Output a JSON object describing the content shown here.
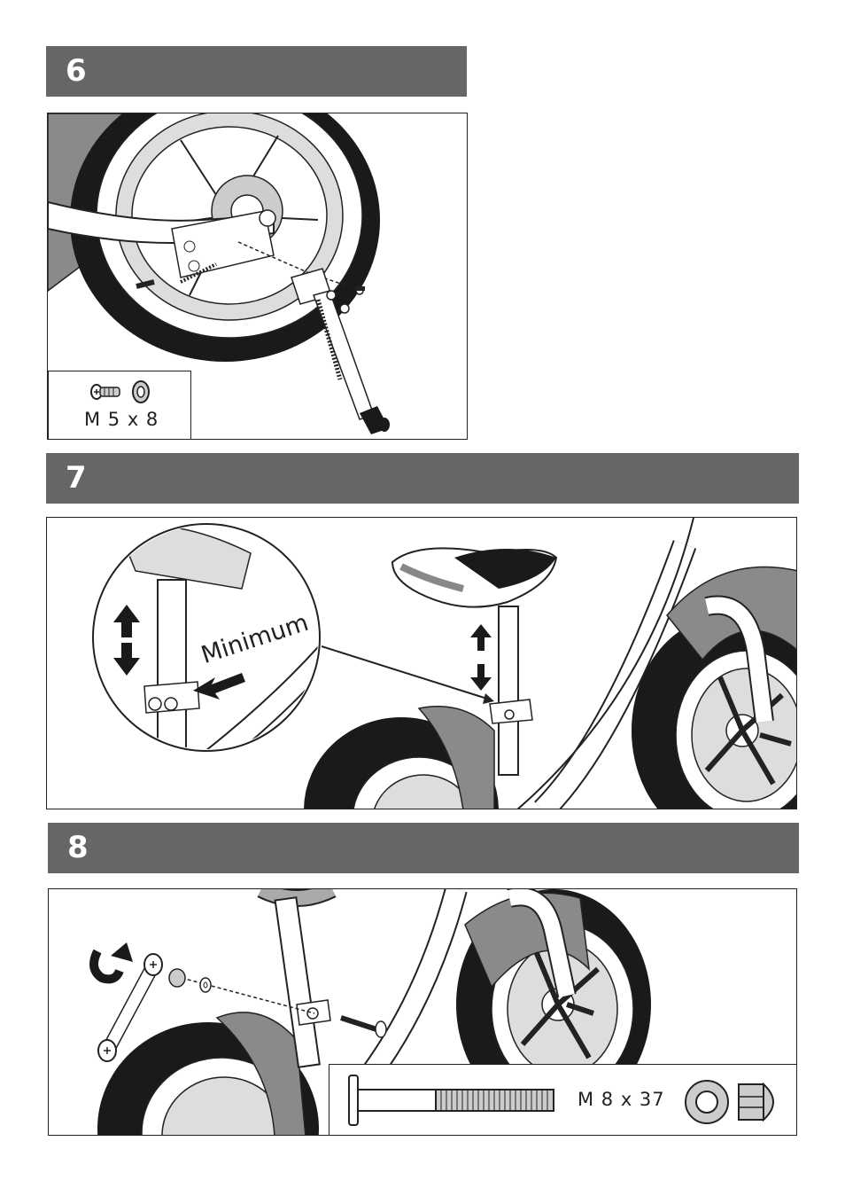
{
  "steps": [
    {
      "number": "6",
      "parts": [
        {
          "label": "M 5 x 8"
        }
      ]
    },
    {
      "number": "7",
      "callout": "Minimum"
    },
    {
      "number": "8",
      "parts": [
        {
          "label": "M 8 x 37"
        }
      ]
    }
  ],
  "icons": [
    "screw-icon",
    "washer-icon",
    "bolt-icon",
    "cap-nut-icon",
    "wrench-icon",
    "rotate-arrow-icon",
    "up-down-arrow-icon"
  ],
  "colors": {
    "header_bar": "#666666",
    "header_text": "#ffffff",
    "line": "#222222",
    "tire": "#1a1a1a",
    "fender": "#8a8a8a"
  }
}
